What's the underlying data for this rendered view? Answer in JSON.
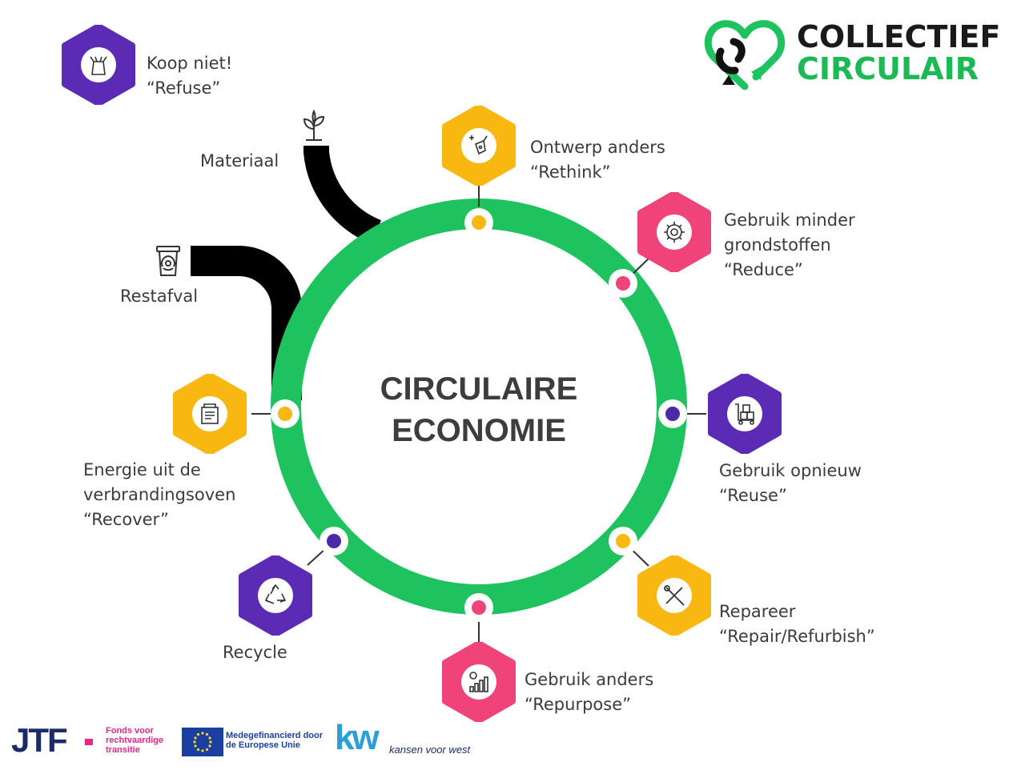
{
  "logo": {
    "line1": "COLLECTIEF",
    "line2": "CIRCULAIR",
    "line1_color": "#1a1a1a",
    "line2_color": "#1db954"
  },
  "center": {
    "line1": "CIRCULAIRE",
    "line2": "ECONOMIE",
    "ring_color": "#1ec25f"
  },
  "inputs": {
    "materiaal": "Materiaal",
    "restafval": "Restafval"
  },
  "steps": [
    {
      "id": "refuse",
      "line1": "Koop niet!",
      "line2": "“Refuse”",
      "line3": "",
      "color": "#5b2bb5",
      "icon": "plastic-bag-icon"
    },
    {
      "id": "rethink",
      "line1": "Ontwerp anders",
      "line2": "“Rethink”",
      "line3": "",
      "color": "#f9b712",
      "icon": "pen-tool-icon"
    },
    {
      "id": "reduce",
      "line1": "Gebruik minder",
      "line2": "grondstoffen",
      "line3": "“Reduce”",
      "color": "#f0437a",
      "icon": "gear-icon"
    },
    {
      "id": "reuse",
      "line1": "Gebruik opnieuw",
      "line2": "“Reuse”",
      "line3": "",
      "color": "#5b2bb5",
      "icon": "hand-truck-icon"
    },
    {
      "id": "repair",
      "line1": "Repareer",
      "line2": "“Repair/Refurbish”",
      "line3": "",
      "color": "#f9b712",
      "icon": "tools-icon"
    },
    {
      "id": "repurpose",
      "line1": "Gebruik anders",
      "line2": "“Repurpose”",
      "line3": "",
      "color": "#f0437a",
      "icon": "bar-chart-icon"
    },
    {
      "id": "recycle",
      "line1": "Recycle",
      "line2": "",
      "line3": "",
      "color": "#5b2bb5",
      "icon": "recycle-icon"
    },
    {
      "id": "recover",
      "line1": "Energie uit de",
      "line2": "verbrandingsoven",
      "line3": "“Recover”",
      "color": "#f9b712",
      "icon": "files-icon"
    }
  ],
  "footer": {
    "jtf": "JTF",
    "jtf_caption": "Fonds voor rechtvaardige transitie",
    "jtf_caption_l1": "Fonds voor",
    "jtf_caption_l2": "rechtvaardige",
    "jtf_caption_l3": "transitie",
    "eu_l1": "Medegefinancierd door",
    "eu_l2": "de Europese Unie",
    "kw": "kw",
    "kw_caption": "kansen voor west"
  }
}
